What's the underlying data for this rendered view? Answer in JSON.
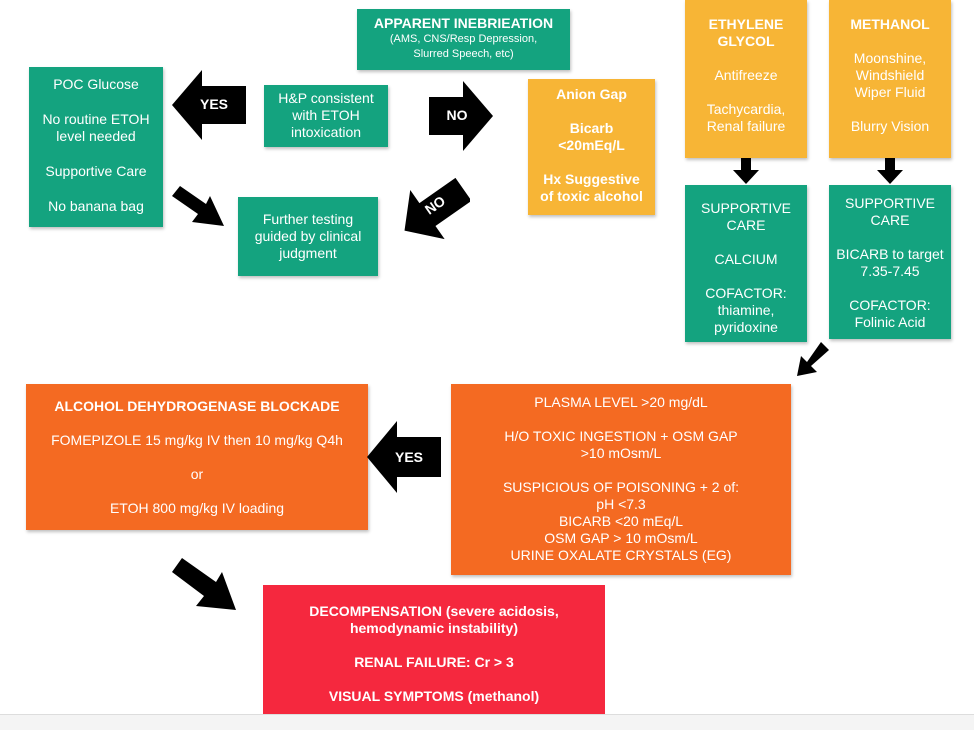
{
  "nodes": {
    "apparent_inebriation": {
      "title": "APPARENT INEBRIEATION",
      "lines": [
        "(AMS, CNS/Resp Depression,",
        "Slurred Speech, etc)"
      ]
    },
    "hp_consistent": {
      "lines": [
        "H&P consistent",
        "with ETOH",
        "intoxication"
      ]
    },
    "poc_glucose": {
      "lines": [
        "POC Glucose",
        "No routine ETOH level needed",
        "Supportive Care",
        "No banana bag"
      ]
    },
    "anion_gap": {
      "lines": [
        "Anion Gap",
        "Bicarb <20mEq/L",
        "Hx Suggestive of toxic alcohol"
      ]
    },
    "further_testing": {
      "lines": [
        "Further testing",
        "guided by clinical",
        "judgment"
      ]
    },
    "ethylene_glycol": {
      "title": "ETHYLENE GLYCOL",
      "lines": [
        "Antifreeze",
        "Tachycardia, Renal failure"
      ]
    },
    "methanol": {
      "title": "METHANOL",
      "lines": [
        "Moonshine, Windshield Wiper Fluid",
        "Blurry Vision"
      ]
    },
    "eg_treatment": {
      "lines": [
        "SUPPORTIVE CARE",
        "CALCIUM",
        "COFACTOR:",
        "thiamine, pyridoxine"
      ]
    },
    "methanol_treatment": {
      "lines": [
        "SUPPORTIVE CARE",
        "BICARB to target 7.35-7.45",
        "COFACTOR: Folinic Acid"
      ]
    },
    "criteria": {
      "lines": [
        "PLASMA LEVEL >20 mg/dL",
        "H/O TOXIC INGESTION + OSM GAP >10 mOsm/L",
        "SUSPICIOUS OF POISONING + 2 of:",
        "pH <7.3",
        "BICARB <20 mEq/L",
        "OSM GAP > 10 mOsm/L",
        "URINE OXALATE CRYSTALS (EG)"
      ]
    },
    "adh_blockade": {
      "title": "ALCOHOL DEHYDROGENASE BLOCKADE",
      "lines": [
        "FOMEPIZOLE 15 mg/kg IV  then 10 mg/kg Q4h",
        "or",
        "ETOH 800 mg/kg IV loading"
      ]
    },
    "decompensation": {
      "lines": [
        "DECOMPENSATION (severe acidosis, hemodynamic instability)",
        "RENAL FAILURE: Cr > 3",
        "VISUAL SYMPTOMS (methanol)"
      ]
    }
  },
  "arrows": {
    "yes_top": "YES",
    "no_top": "NO",
    "no_diag": "NO",
    "yes_bottom": "YES"
  },
  "colors": {
    "green": "#14a37f",
    "yellow": "#f7b536",
    "orange": "#f46a22",
    "red": "#f5283e",
    "arrow": "#000000"
  }
}
